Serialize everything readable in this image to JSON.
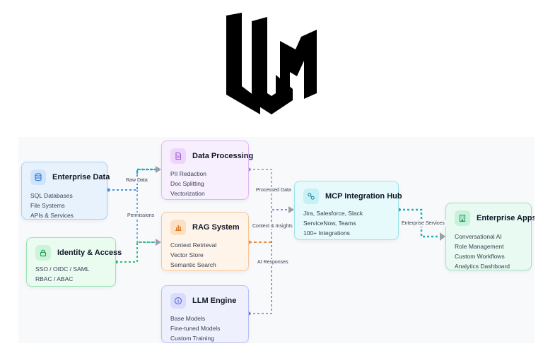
{
  "logo": {
    "text": "LLM",
    "icon": "llm-logo"
  },
  "colors": {
    "blue": "#4a90e2",
    "teal": "#19b3c4",
    "purple": "#b07ce0",
    "orange": "#f08a3c",
    "green": "#2fbf71",
    "indigo": "#6b7be8",
    "arrow": "#9aa0a6"
  },
  "nodes": {
    "enterprise_data": {
      "title": "Enterprise Data",
      "icon": "database-icon",
      "items": [
        "SQL Databases",
        "File Systems",
        "APIs & Services"
      ]
    },
    "identity_access": {
      "title": "Identity & Access",
      "icon": "lock-icon",
      "items": [
        "SSO / OIDC / SAML",
        "RBAC / ABAC"
      ]
    },
    "data_processing": {
      "title": "Data Processing",
      "icon": "document-icon",
      "items": [
        "PII Redaction",
        "Doc Splitting",
        "Vectorization"
      ]
    },
    "rag_system": {
      "title": "RAG System",
      "icon": "bar-chart-icon",
      "items": [
        "Context Retrieval",
        "Vector Store",
        "Semantic Search"
      ]
    },
    "llm_engine": {
      "title": "LLM Engine",
      "icon": "info-icon",
      "items": [
        "Base Models",
        "Fine-tuned Models",
        "Custom Training"
      ]
    },
    "mcp_hub": {
      "title": "MCP Integration Hub",
      "icon": "link-icon",
      "items": [
        "Jira, Salesforce, Slack",
        "ServiceNow, Teams",
        "100+ Integrations"
      ]
    },
    "enterprise_apps": {
      "title": "Enterprise Apps",
      "icon": "building-icon",
      "items": [
        "Conversational AI",
        "Role Management",
        "Custom Workflows",
        "Analytics Dashboard"
      ]
    }
  },
  "edges": {
    "raw_data": "Raw Data",
    "permissions": "Permissions",
    "processed_data": "Processed Data",
    "context_insights": "Context & Insights",
    "ai_responses": "AI Responses",
    "enterprise_services": "Enterprise Services"
  }
}
